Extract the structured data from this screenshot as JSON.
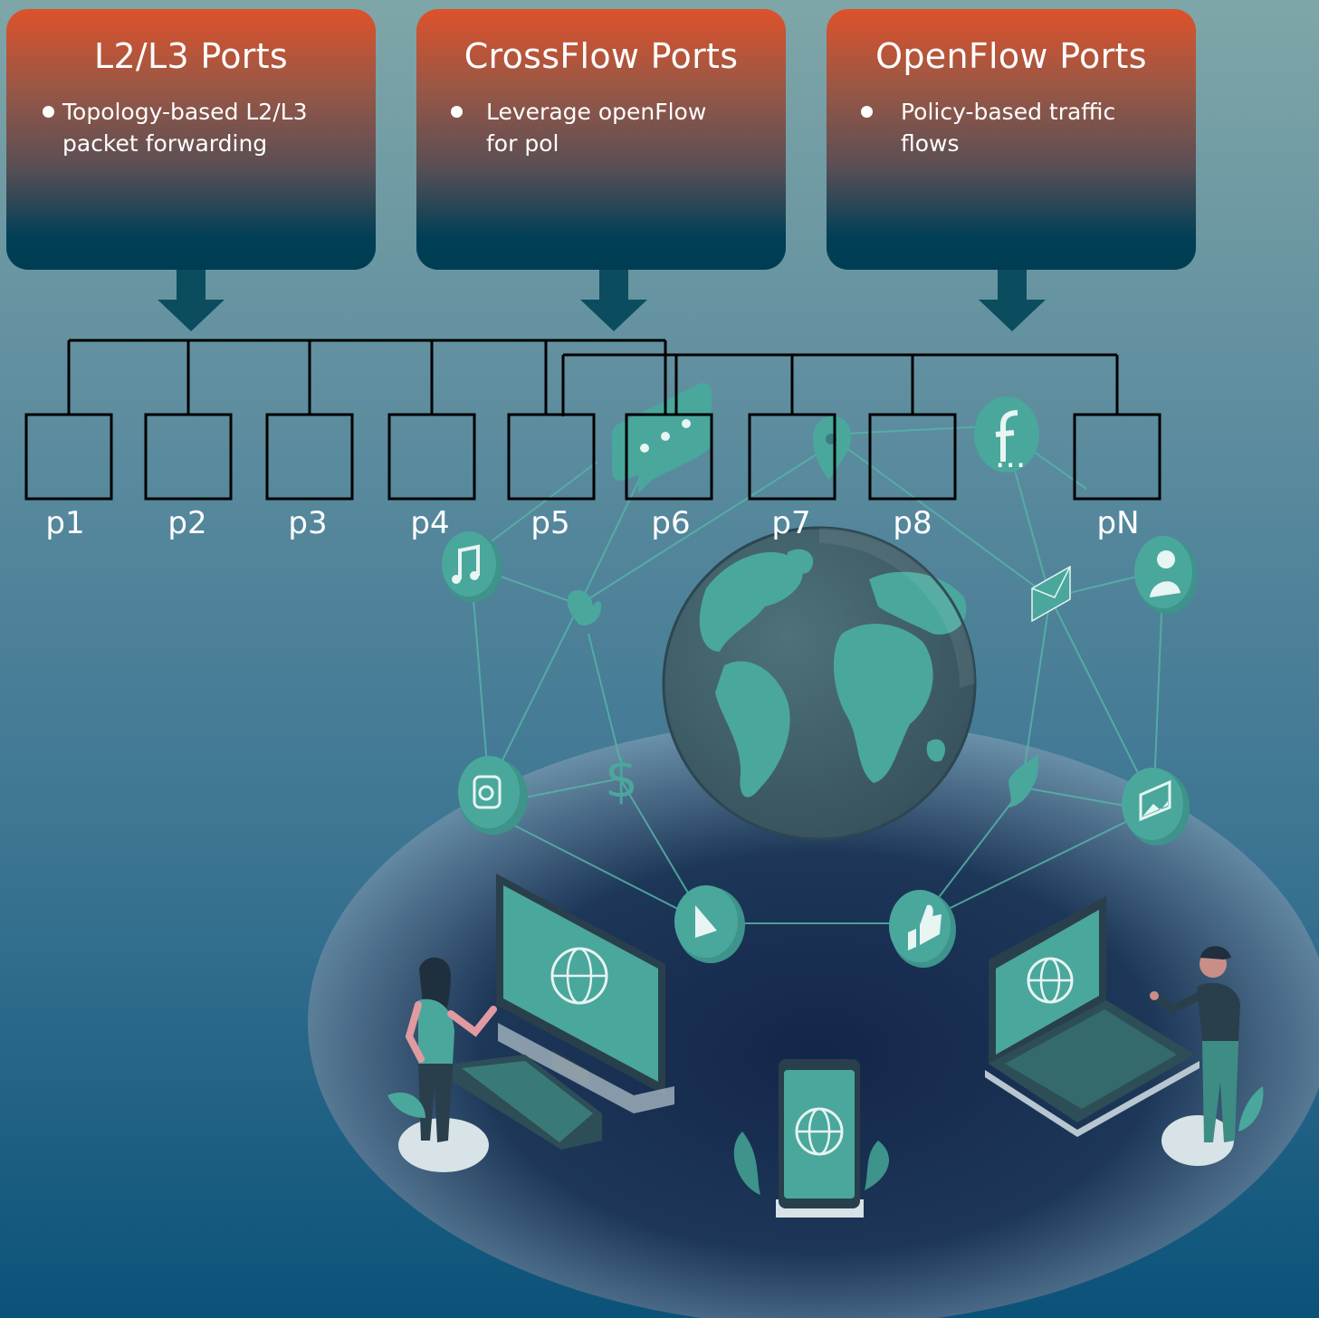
{
  "cards": [
    {
      "title": "L2/L3 Ports",
      "bullet": "Topology-based L2/L3 packet forwarding"
    },
    {
      "title": "CrossFlow Ports",
      "bullet": "Leverage openFlow for pol"
    },
    {
      "title": "OpenFlow Ports",
      "bullet": "Policy-based traffic flows"
    }
  ],
  "ports": [
    "p1",
    "p2",
    "p3",
    "p4",
    "p5",
    "p6",
    "p7",
    "p8",
    "pN"
  ],
  "ellipsis": "...",
  "colors": {
    "card_top": "#dd522b",
    "card_bottom": "#003d53",
    "arrow": "#0b4d5e",
    "teal": "#4aa79c",
    "globe_ocean": "#42606a",
    "platform": "#1b2e4e"
  },
  "icons": [
    "music-icon",
    "chat-icon",
    "location-icon",
    "facebook-icon",
    "user-icon",
    "mail-icon",
    "heart-icon",
    "dollar-icon",
    "instagram-icon",
    "play-icon",
    "like-icon",
    "twitter-icon",
    "image-icon",
    "globe-icon"
  ]
}
